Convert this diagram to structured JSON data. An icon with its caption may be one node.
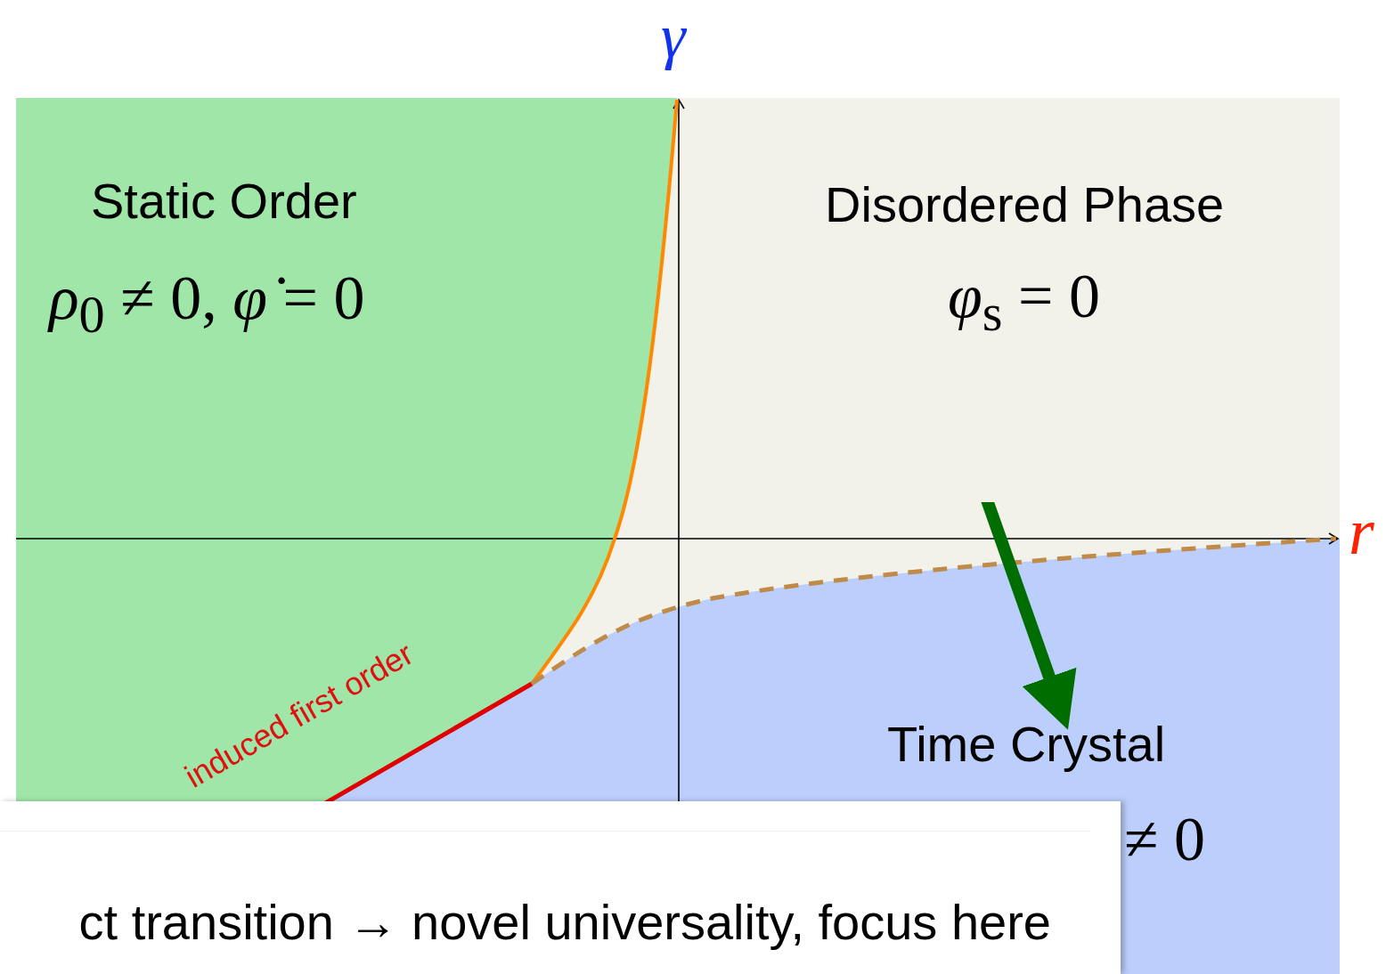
{
  "diagram": {
    "nodes": [
      {
        "text": [
          "Static Order",
          "*ρ*$_{0}$ ≠ 0, *φ̇* = 0"
        ]
      },
      {
        "text": [
          "Disordered Phase",
          "*φ*$_{s}$ = 0"
        ]
      },
      {
        "text": [
          "Time Crystal",
          "≠ 0"
        ]
      },
      {
        "text": [
          "ct transition → novel universality, focus here"
        ]
      }
    ],
    "edges": [
      {
        "from": 1,
        "to": 2,
        "arrow": "to",
        "color": "#006d00"
      }
    ],
    "labels": [
      "γ",
      "r",
      "induced first order"
    ]
  }
}
